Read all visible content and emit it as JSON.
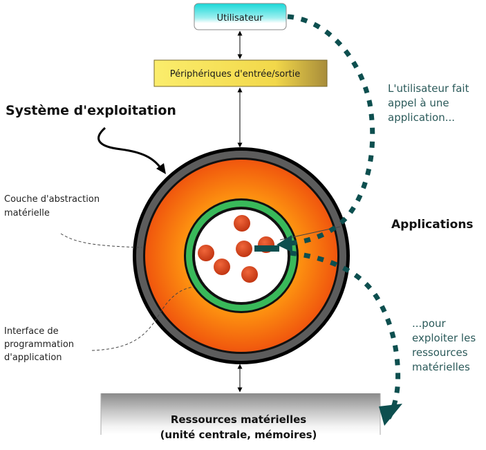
{
  "colors": {
    "teal_arrow": "#0d4f4f",
    "outer_ring": "#555555",
    "core_orange": "#f26a10",
    "core_yellow": "#ffd000",
    "api_ring": "#39b95a",
    "app_dot": "#d9481a",
    "peripheral_box": "#f7e15a"
  },
  "nodes": {
    "user": "Utilisateur",
    "peripherals": "Périphériques d'entrée/sortie",
    "resources_line1": "Ressources matérielles",
    "resources_line2": "(unité centrale, mémoires)"
  },
  "labels": {
    "os_title": "Système d'exploitation",
    "hal_line1": "Couche d'abstraction",
    "hal_line2": "matérielle",
    "api_line1": "Interface de",
    "api_line2": "programmation",
    "api_line3": "d'application",
    "applications": "Applications"
  },
  "annotations": {
    "user_calls_line1": "L'utilisateur fait",
    "user_calls_line2": "appel à une",
    "user_calls_line3": "application...",
    "exploit_line1": "...pour",
    "exploit_line2": "exploiter les",
    "exploit_line3": "ressources",
    "exploit_line4": "matérielles"
  }
}
